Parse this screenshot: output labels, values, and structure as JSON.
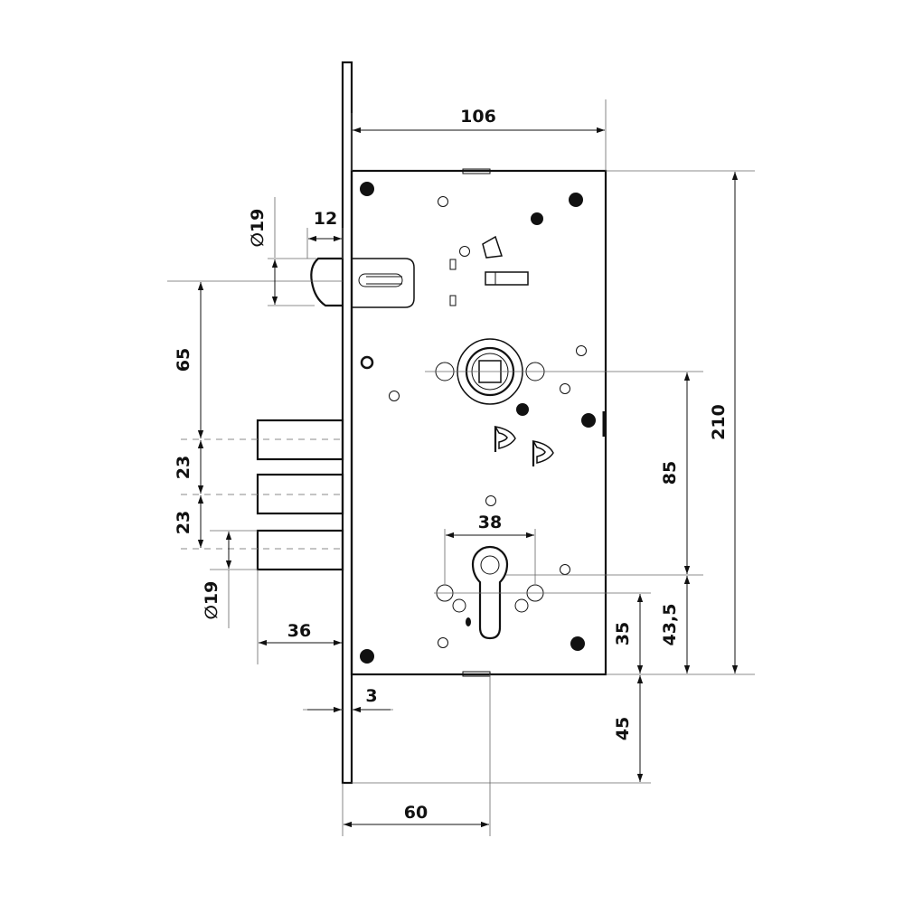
{
  "dimensions": {
    "body_width": "106",
    "height_total": "210",
    "latch_diameter": "∅19",
    "latch_projection": "12",
    "latch_to_bolt": "65",
    "bolt_spacing_1": "23",
    "bolt_spacing_2": "23",
    "bolt_diameter": "∅19",
    "bolt_throw": "36",
    "faceplate_thickness": "3",
    "backset": "60",
    "handle_to_cylinder": "85",
    "cylinder_hole_spacing": "38",
    "cylinder_to_bottom": "35",
    "cylinder_center_to_bottom": "43,5",
    "faceplate_bottom_extension": "45"
  },
  "colors": {
    "line": "#111111",
    "dash": "#888888"
  }
}
